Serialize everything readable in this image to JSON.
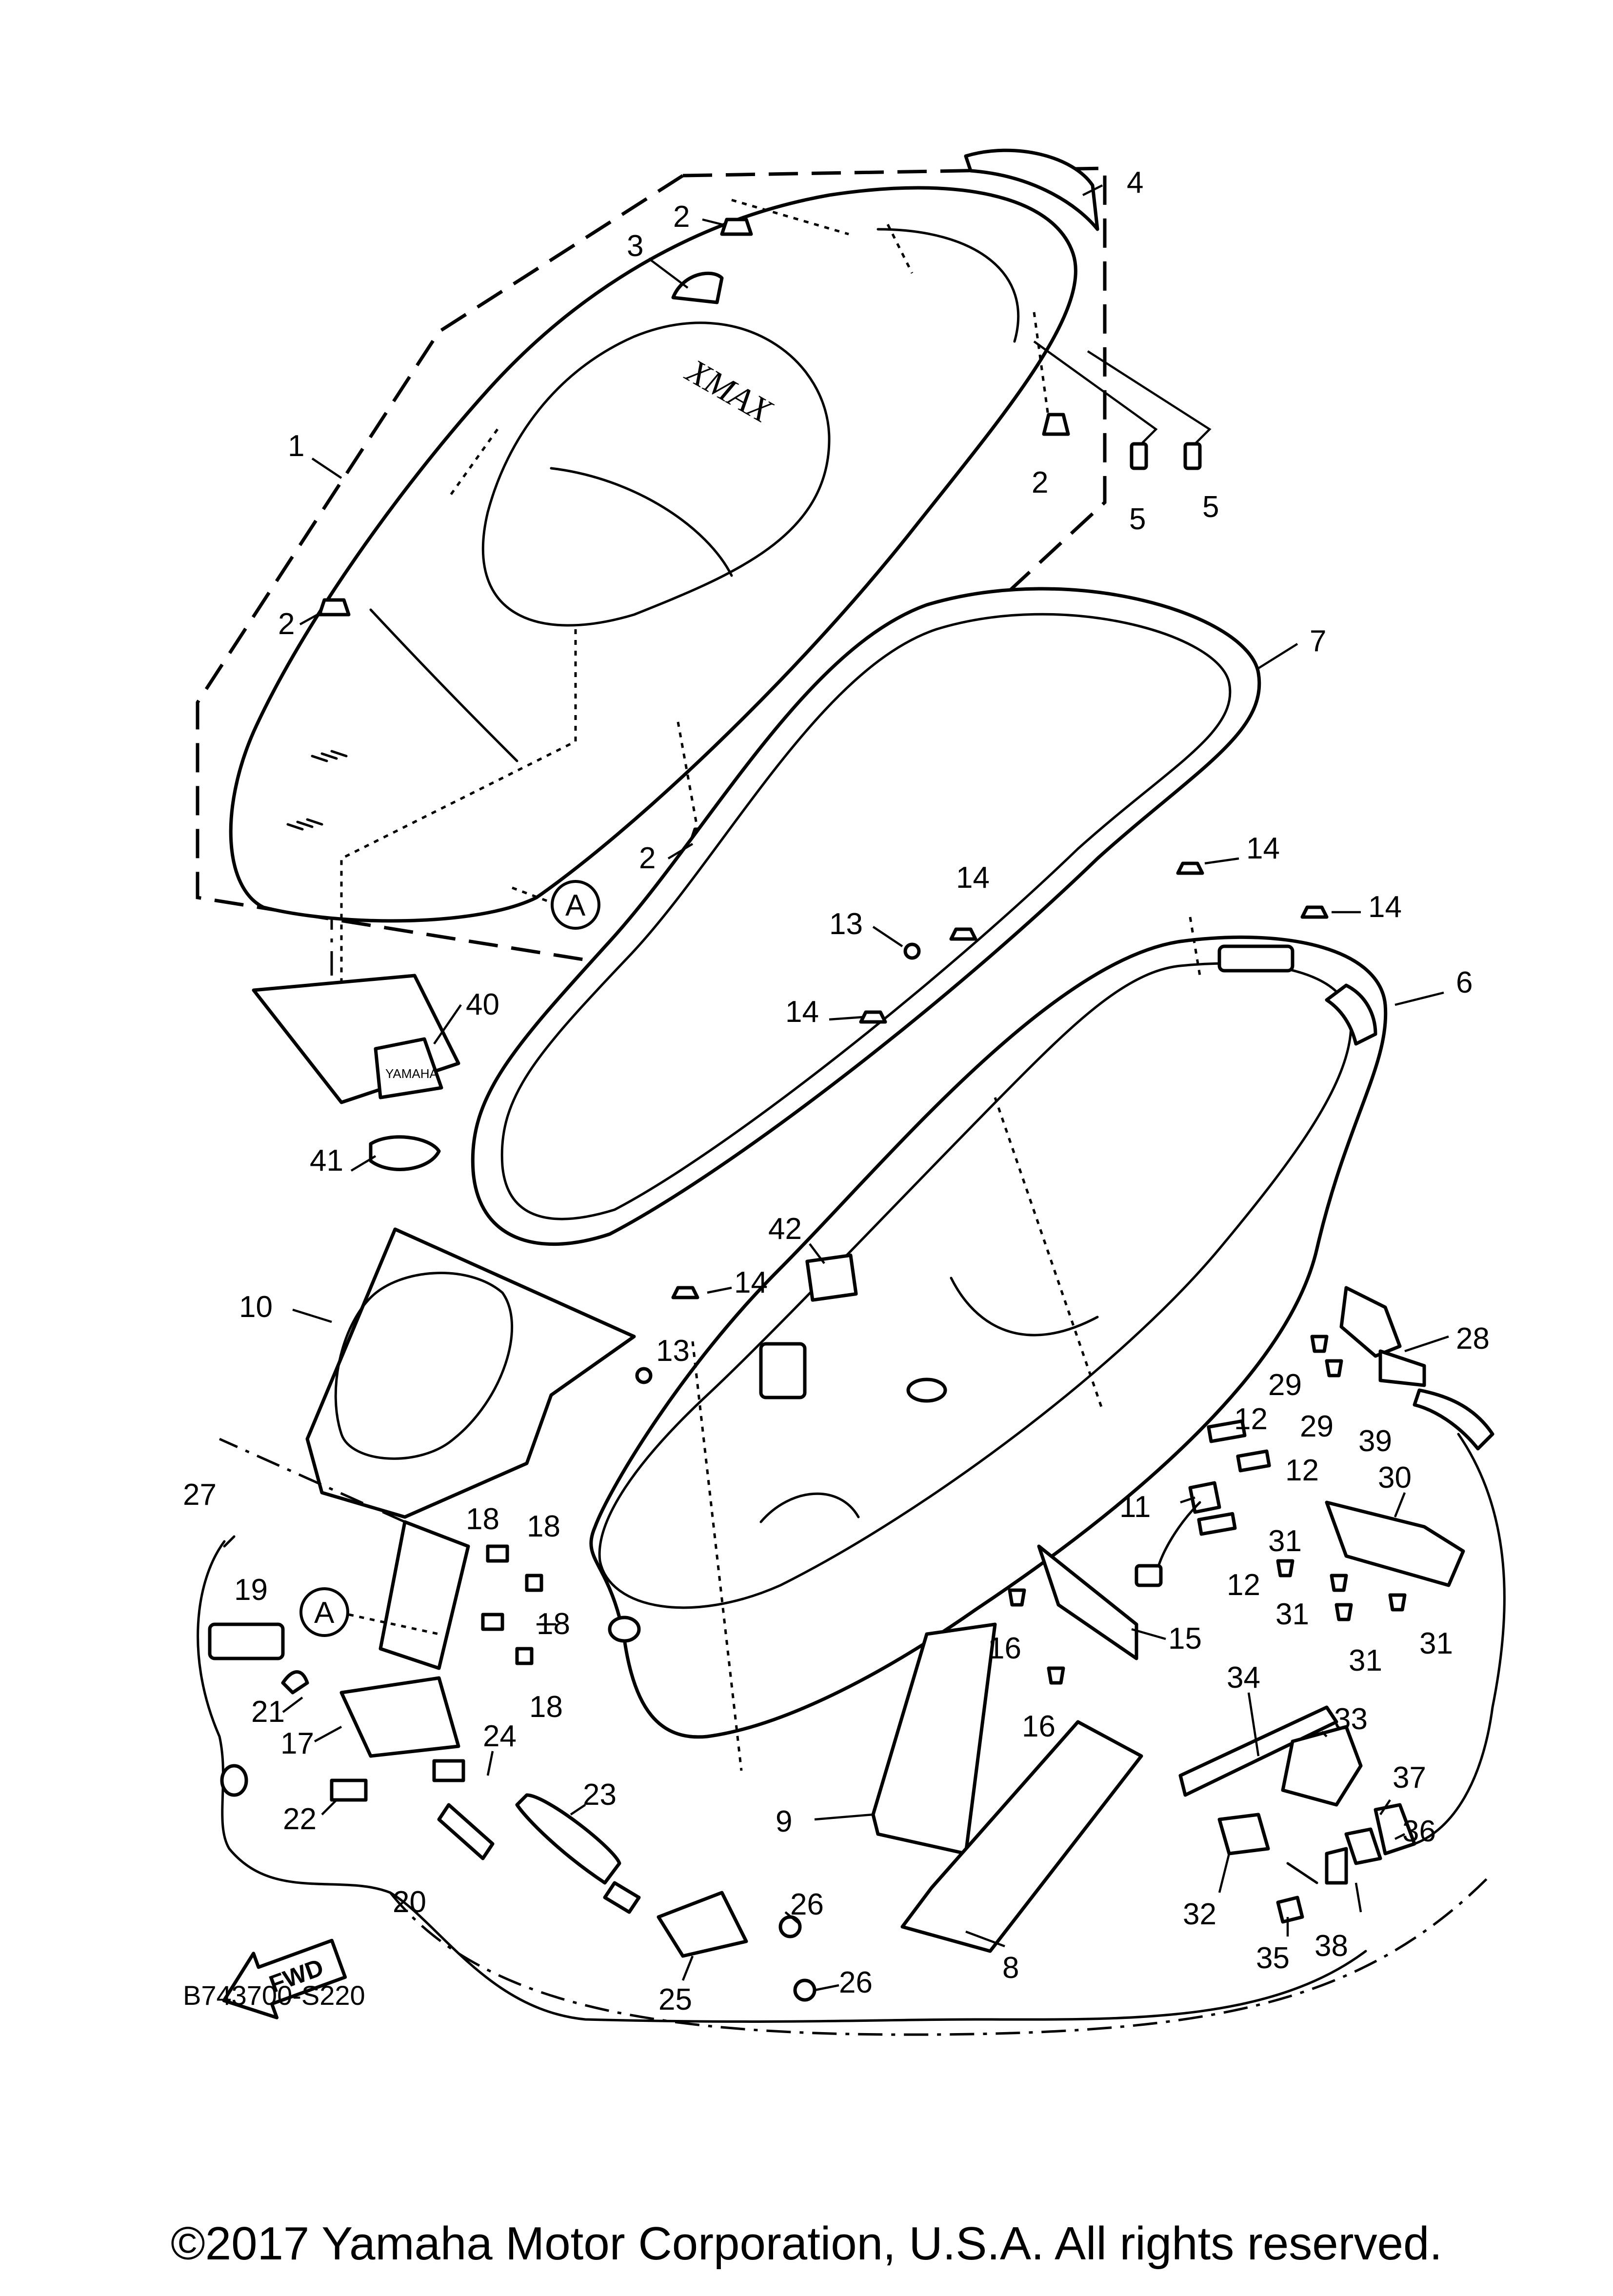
{
  "diagram": {
    "drawing_code": "B743700-S220",
    "seat_logo": "XMAX",
    "tray_logo": "YAMAHA",
    "direction_label": "FWD",
    "section_marker": "A",
    "callouts": {
      "c1": "1",
      "c2": "2",
      "c3": "3",
      "c4": "4",
      "c5": "5",
      "c6": "6",
      "c7": "7",
      "c8": "8",
      "c9": "9",
      "c10": "10",
      "c11": "11",
      "c12": "12",
      "c13": "13",
      "c14": "14",
      "c15": "15",
      "c16": "16",
      "c17": "17",
      "c18": "18",
      "c19": "19",
      "c20": "20",
      "c21": "21",
      "c22": "22",
      "c23": "23",
      "c24": "24",
      "c25": "25",
      "c26": "26",
      "c27": "27",
      "c28": "28",
      "c29": "29",
      "c30": "30",
      "c31": "31",
      "c32": "32",
      "c33": "33",
      "c34": "34",
      "c35": "35",
      "c36": "36",
      "c37": "37",
      "c38": "38",
      "c39": "39",
      "c40": "40",
      "c41": "41",
      "c42": "42"
    }
  },
  "copyright": "©2017 Yamaha Motor Corporation, U.S.A. All rights reserved."
}
